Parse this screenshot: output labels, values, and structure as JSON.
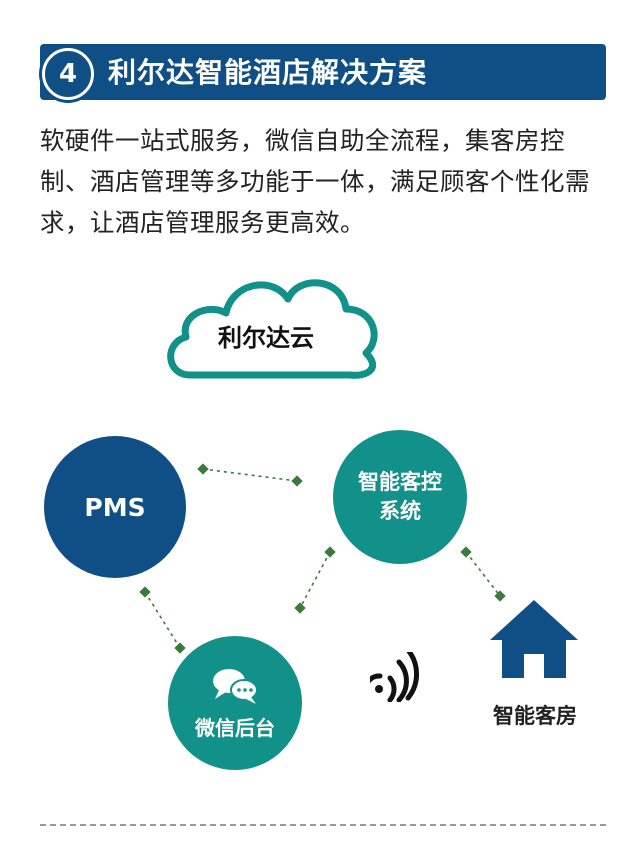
{
  "header": {
    "number": "4",
    "title": "利尔达智能酒店解决方案"
  },
  "intro": {
    "text": "软硬件一站式服务，微信自助全流程，集客房控制、酒店管理等多功能于一体，满足顾客个性化需求，让酒店管理服务更高效。"
  },
  "diagram": {
    "cloud_label": "利尔达云",
    "pms_label": "PMS",
    "control_line1": "智能客控",
    "control_line2": "系统",
    "wechat_label": "微信后台",
    "room_label": "智能客房"
  },
  "colors": {
    "navy": "#0f4f85",
    "teal": "#12908a",
    "link_green": "#3a7a3a"
  }
}
